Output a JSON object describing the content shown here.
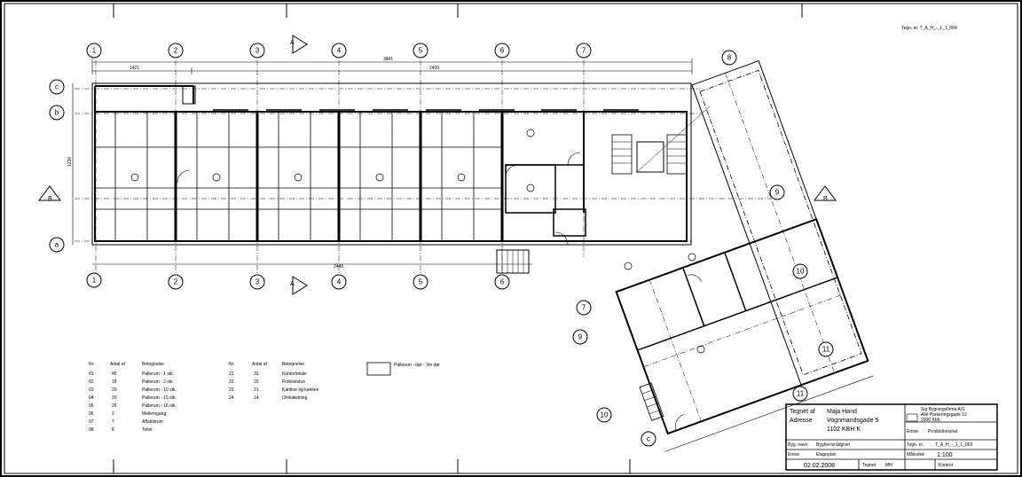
{
  "sheet_ref_top": "Tegn. nr.  T_A_H_-_1_1_004",
  "grid_top": [
    "1",
    "2",
    "3",
    "4",
    "5",
    "6",
    "7"
  ],
  "grid_bottom": [
    "1",
    "2",
    "3",
    "4",
    "5",
    "6"
  ],
  "grid_left": [
    "c",
    "b",
    "a"
  ],
  "grid_rotated": [
    "8",
    "9",
    "10",
    "11",
    "7",
    "9",
    "10",
    "11",
    "c"
  ],
  "section_marks": {
    "a": "A",
    "b": "B"
  },
  "dimensions": {
    "overall": "3841",
    "left_part": "1421",
    "right_part": "2420",
    "bottom_part": "2440",
    "height": "1236"
  },
  "legend": {
    "headers": [
      "Nr.",
      "Antal af",
      "Betegnelse"
    ],
    "rows_left": [
      {
        "nr": "01",
        "count": "45",
        "label": "Pallerum - 1 stk."
      },
      {
        "nr": "02",
        "count": "18",
        "label": "Pallerum - 2 stk."
      },
      {
        "nr": "03",
        "count": "20",
        "label": "Pallerum - 10 stk."
      },
      {
        "nr": "04",
        "count": "20",
        "label": "Pallerum - 15 stk."
      },
      {
        "nr": "05",
        "count": "26",
        "label": "Pallerum - 16 stk."
      },
      {
        "nr": "06",
        "count": "2",
        "label": "Mellemgang"
      },
      {
        "nr": "07",
        "count": "7",
        "label": "Affaldsrum"
      },
      {
        "nr": "08",
        "count": "8",
        "label": "Toilet"
      }
    ],
    "rows_right": [
      {
        "nr": "21",
        "count": "33",
        "label": "Kontorlokale"
      },
      {
        "nr": "22",
        "count": "20",
        "label": "Frokoststue"
      },
      {
        "nr": "23",
        "count": "21",
        "label": "Kantine og køkken"
      },
      {
        "nr": "24",
        "count": "14",
        "label": "Omklædning"
      }
    ],
    "symbol_note": "Pallerum - dør - 3m dør"
  },
  "title_block": {
    "drawn_by_label": "Tegnet af",
    "drawn_by": "Maja Hand",
    "address_label": "Adresse",
    "address_lines": [
      "Vognmandsgade 5",
      "1102 KBH K"
    ],
    "company_lines": [
      "Sig Bygningsfirma A/S",
      "Allé Parkeringsgade 13",
      "2000 Kbh."
    ],
    "project_label": "Byg. navn",
    "project_name": "Bygherrerådgiver",
    "subject_label": "Emne",
    "subject": "Etageplan",
    "type_label": "Emne",
    "type_value": "Produktionshal",
    "drawing_no_label": "Tegn. nr.",
    "drawing_no": "T_A_H_-_1_1_003",
    "scale_label": "Målestok",
    "scale": "1:100",
    "date": "02.02.2008",
    "revision_label": "Tegnet",
    "revision": "MH",
    "check_label": "Kontrol"
  },
  "colors": {
    "ink": "#000000",
    "paper": "#ffffff"
  }
}
